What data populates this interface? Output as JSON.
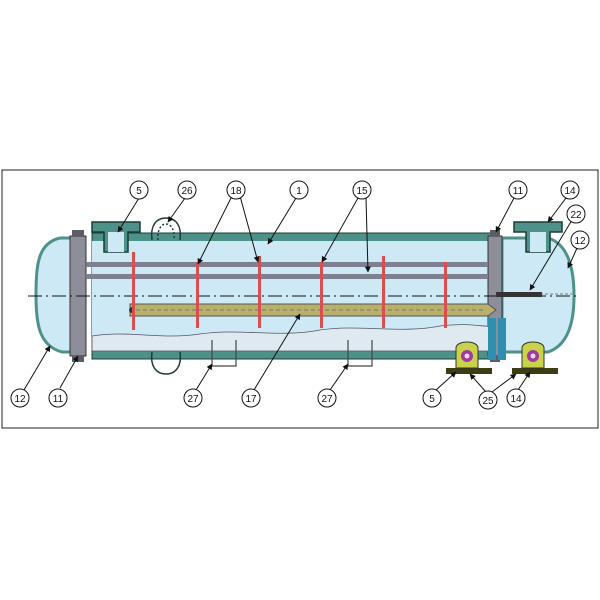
{
  "colors": {
    "shell": "#4d9189",
    "shell_stroke": "#1d3c39",
    "fluid": "#cde9f6",
    "tube": "#7f7f92",
    "baffle": "#d94f4f",
    "bundle": "#b8b06b",
    "support": "#c8d34a",
    "base": "#3d3d14",
    "pipe_blue": "#2f8fb0",
    "flange": "#8e8e9a"
  },
  "callouts": [
    {
      "id": "c5-top",
      "label": "5"
    },
    {
      "id": "c26",
      "label": "26"
    },
    {
      "id": "c18",
      "label": "18"
    },
    {
      "id": "c1",
      "label": "1"
    },
    {
      "id": "c15",
      "label": "15"
    },
    {
      "id": "c11-top",
      "label": "11"
    },
    {
      "id": "c14-top",
      "label": "14"
    },
    {
      "id": "c22",
      "label": "22"
    },
    {
      "id": "c12-right",
      "label": "12"
    },
    {
      "id": "c12-left",
      "label": "12"
    },
    {
      "id": "c11-left",
      "label": "11"
    },
    {
      "id": "c27-left",
      "label": "27"
    },
    {
      "id": "c17",
      "label": "17"
    },
    {
      "id": "c27-right",
      "label": "27"
    },
    {
      "id": "c5-bottom",
      "label": "5"
    },
    {
      "id": "c25",
      "label": "25"
    },
    {
      "id": "c14-bottom",
      "label": "14"
    }
  ]
}
